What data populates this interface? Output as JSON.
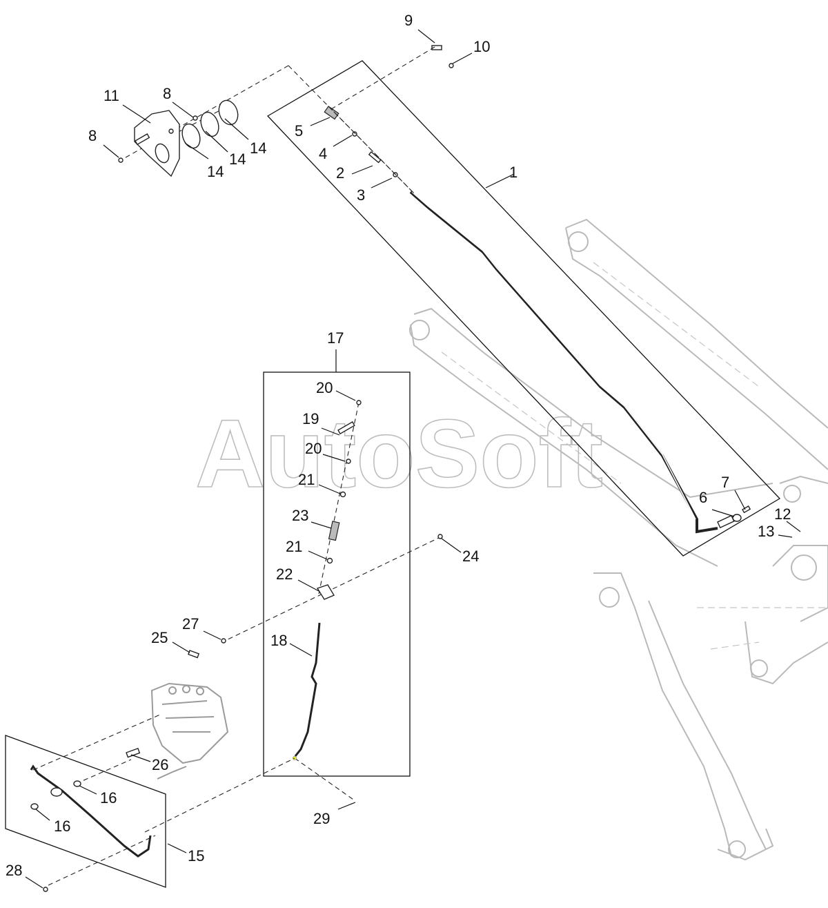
{
  "watermark": "AutoSoft",
  "callouts": {
    "c1": "1",
    "c2": "2",
    "c3": "3",
    "c4": "4",
    "c5": "5",
    "c6": "6",
    "c7": "7",
    "c8a": "8",
    "c8b": "8",
    "c9": "9",
    "c10": "10",
    "c11": "11",
    "c12": "12",
    "c13": "13",
    "c14a": "14",
    "c14b": "14",
    "c14c": "14",
    "c15": "15",
    "c16a": "16",
    "c16b": "16",
    "c17": "17",
    "c18": "18",
    "c19": "19",
    "c20a": "20",
    "c20b": "20",
    "c21a": "21",
    "c21b": "21",
    "c22": "22",
    "c23": "23",
    "c24": "24",
    "c25": "25",
    "c26": "26",
    "c27": "27",
    "c28": "28",
    "c29": "29"
  }
}
